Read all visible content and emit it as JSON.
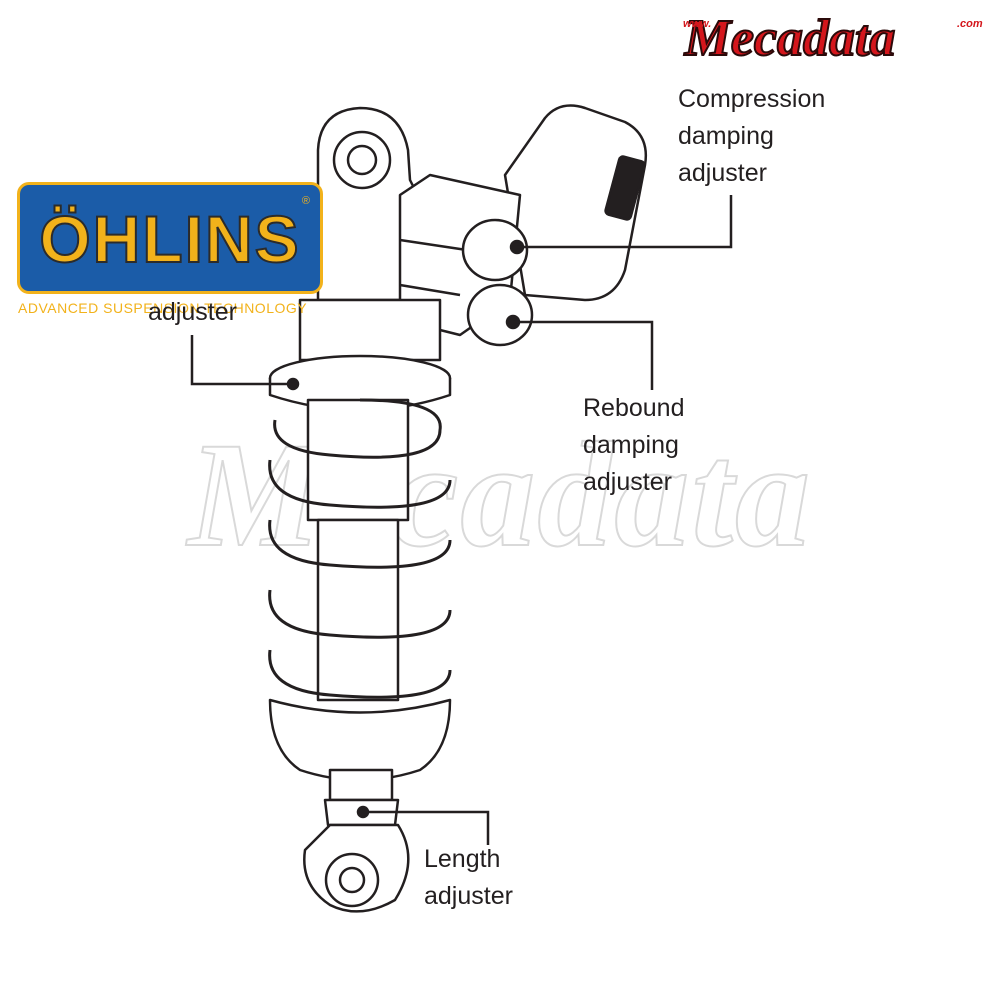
{
  "brand": {
    "mecadata_logo": "Mecadata",
    "mecadata_www": "www.",
    "mecadata_com": ".com",
    "ohlins_logo": "ÖHLINS",
    "ohlins_tagline": "ADVANCED SUSPENSION TECHNOLOGY",
    "watermark": "Mecadata"
  },
  "labels": {
    "compression": [
      "Compression",
      "damping",
      "adjuster"
    ],
    "rebound": [
      "Rebound",
      "damping",
      "adjuster"
    ],
    "length": [
      "Length",
      "adjuster"
    ],
    "preload_partial": "adjuster"
  },
  "colors": {
    "mecadata_red": "#d4161c",
    "ohlins_blue": "#1b5ca8",
    "ohlins_gold": "#f2b21b",
    "line": "#231f20",
    "watermark": "#d9d9d9"
  }
}
